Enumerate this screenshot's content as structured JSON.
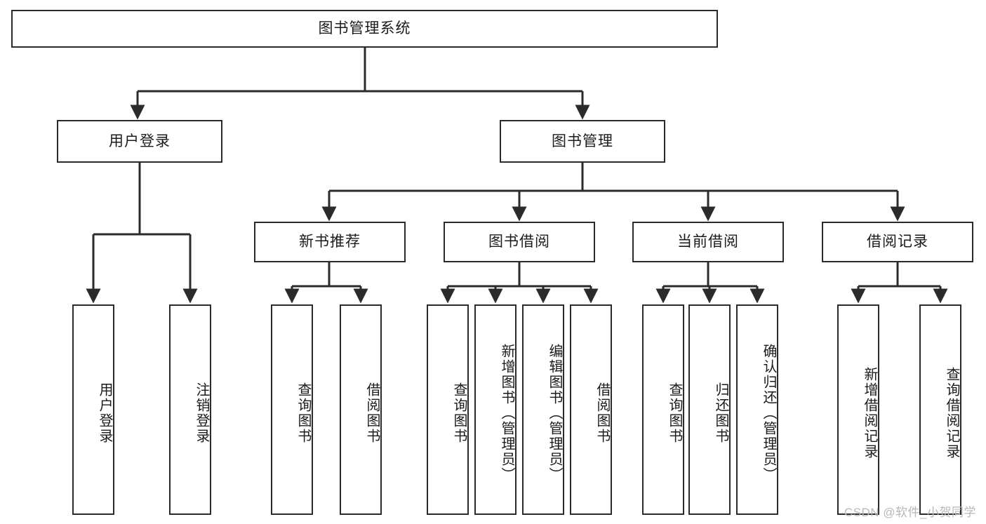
{
  "diagram": {
    "title": "图书管理系统",
    "type": "hierarchy-tree",
    "root": {
      "label": "图书管理系统",
      "children": [
        {
          "label": "用户登录",
          "children": [
            {
              "label": "用户登录"
            },
            {
              "label": "注销登录"
            }
          ]
        },
        {
          "label": "图书管理",
          "children": [
            {
              "label": "新书推荐",
              "children": [
                {
                  "label": "查询图书"
                },
                {
                  "label": "借阅图书"
                }
              ]
            },
            {
              "label": "图书借阅",
              "children": [
                {
                  "label": "查询图书"
                },
                {
                  "label": "新增图书（管理员）"
                },
                {
                  "label": "编辑图书（管理员）"
                },
                {
                  "label": "借阅图书"
                }
              ]
            },
            {
              "label": "当前借阅",
              "children": [
                {
                  "label": "查询图书"
                },
                {
                  "label": "归还图书"
                },
                {
                  "label": "确认归还（管理员）"
                }
              ]
            },
            {
              "label": "借阅记录",
              "children": [
                {
                  "label": "新增借阅记录"
                },
                {
                  "label": "查询借阅记录"
                }
              ]
            }
          ]
        }
      ]
    },
    "nodes": {
      "root": "图书管理系统",
      "user_login": "用户登录",
      "book_manage": "图书管理",
      "new_book_rec": "新书推荐",
      "book_borrow": "图书借阅",
      "current_borrow": "当前借阅",
      "borrow_record": "借阅记录",
      "leaf_user_login": "用户登录",
      "leaf_logout": "注销登录",
      "leaf_query_book_1": "查询图书",
      "leaf_borrow_book_1": "借阅图书",
      "leaf_query_book_2": "查询图书",
      "leaf_add_book": "新增图书（管理员）",
      "leaf_edit_book": "编辑图书（管理员）",
      "leaf_borrow_book_2": "借阅图书",
      "leaf_query_book_3": "查询图书",
      "leaf_return_book": "归还图书",
      "leaf_confirm_return": "确认归还（管理员）",
      "leaf_add_record": "新增借阅记录",
      "leaf_query_record": "查询借阅记录"
    },
    "watermark": "CSDN @软件_小贺同学",
    "colors": {
      "stroke": "#2b2b2b",
      "text": "#1b1b1b",
      "background": "#ffffff",
      "watermark": "#b8b8b8"
    }
  }
}
